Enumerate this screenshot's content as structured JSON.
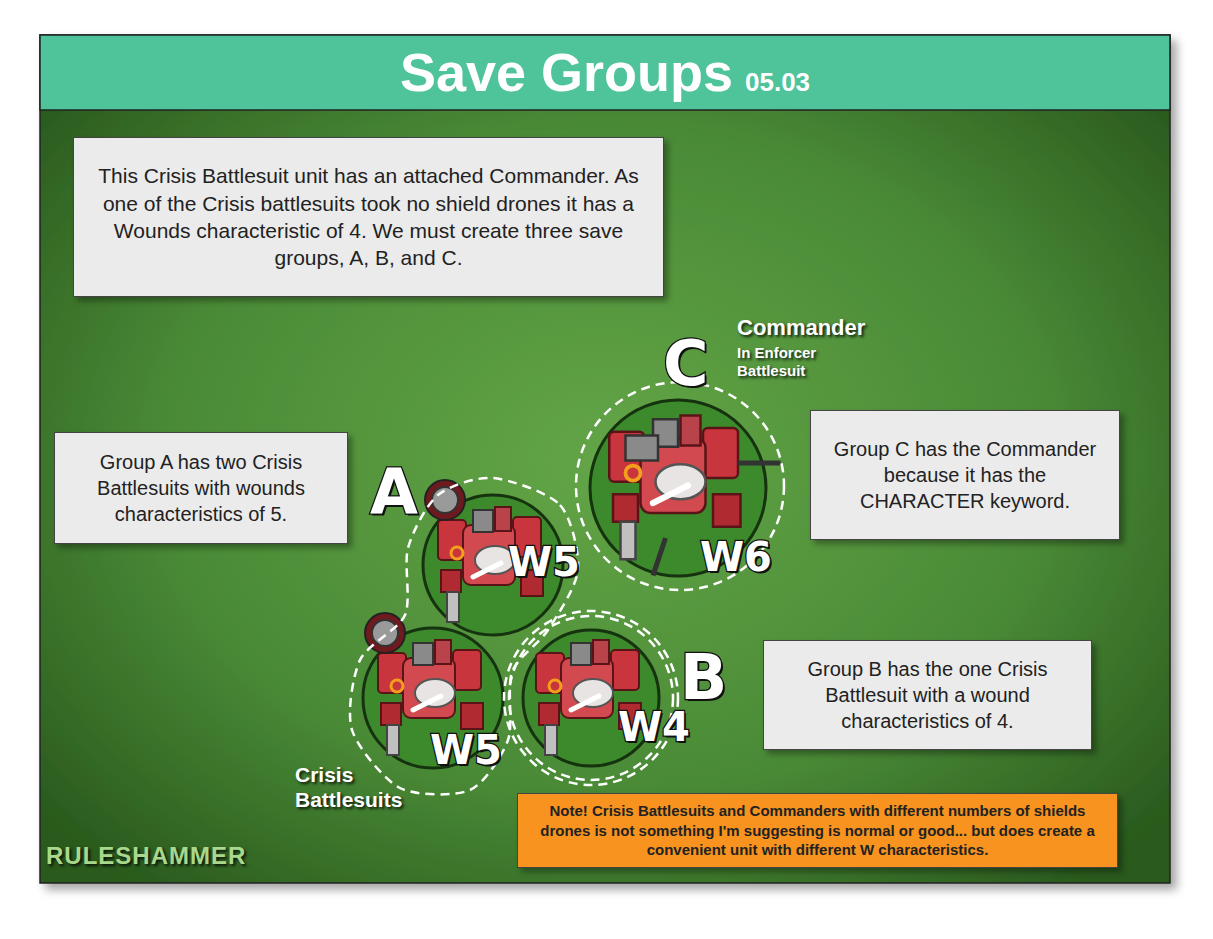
{
  "diagram": {
    "title": "Save Groups",
    "nodes": [
      {
        "text": [
          "This Crisis Battlesuit unit has an attached Commander. As one of the Crisis battlesuits took no shield drones it has a Wounds characteristic of 4. We must create three save groups, A, B, and C."
        ]
      },
      {
        "text": [
          "Group A has two Crisis Battlesuits with wounds characteristics of 5."
        ]
      },
      {
        "text": [
          "Group C has the Commander because it has the CHARACTER keyword."
        ]
      },
      {
        "text": [
          "Group B has the one Crisis Battlesuit with a wound characteristics of 4."
        ]
      },
      {
        "text": [
          "Note! Crisis Battlesuits and Commanders with different numbers of shields drones is not something I'm suggesting is normal or good... but does create a convenient unit with different W characteristics."
        ]
      }
    ],
    "labels": [
      "05.03",
      "C",
      "Commander",
      "In Enforcer Battlesuit",
      "A",
      "W5",
      "W6",
      "W5",
      "B",
      "W4",
      "Crisis Battlesuits",
      "RULESHAMMER"
    ]
  }
}
